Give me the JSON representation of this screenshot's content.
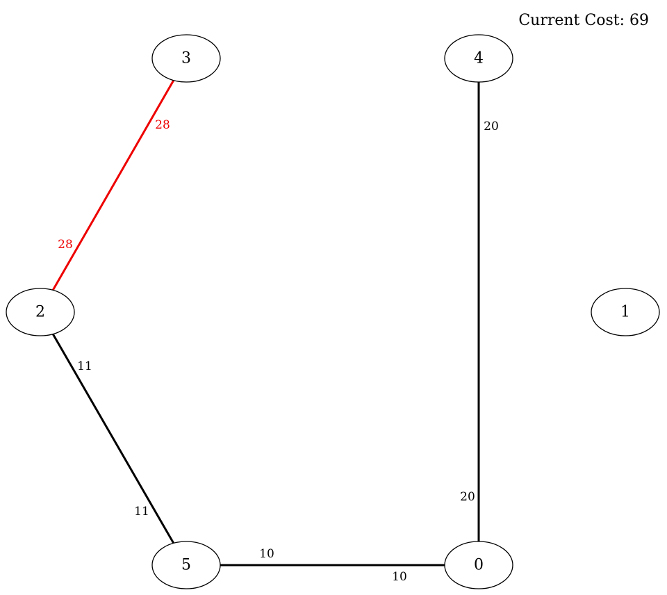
{
  "title": "Current Cost: 69",
  "colors": {
    "normal": "#000000",
    "highlight": "#ee0000"
  },
  "nodes": [
    {
      "id": "n0",
      "label": "0"
    },
    {
      "id": "n1",
      "label": "1"
    },
    {
      "id": "n2",
      "label": "2"
    },
    {
      "id": "n3",
      "label": "3"
    },
    {
      "id": "n4",
      "label": "4"
    },
    {
      "id": "n5",
      "label": "5"
    }
  ],
  "edges": [
    {
      "source": "n2",
      "target": "n3",
      "weight": "28",
      "highlight": true
    },
    {
      "source": "n4",
      "target": "n0",
      "weight": "20",
      "highlight": false
    },
    {
      "source": "n2",
      "target": "n5",
      "weight": "11",
      "highlight": false
    },
    {
      "source": "n5",
      "target": "n0",
      "weight": "10",
      "highlight": false
    }
  ]
}
